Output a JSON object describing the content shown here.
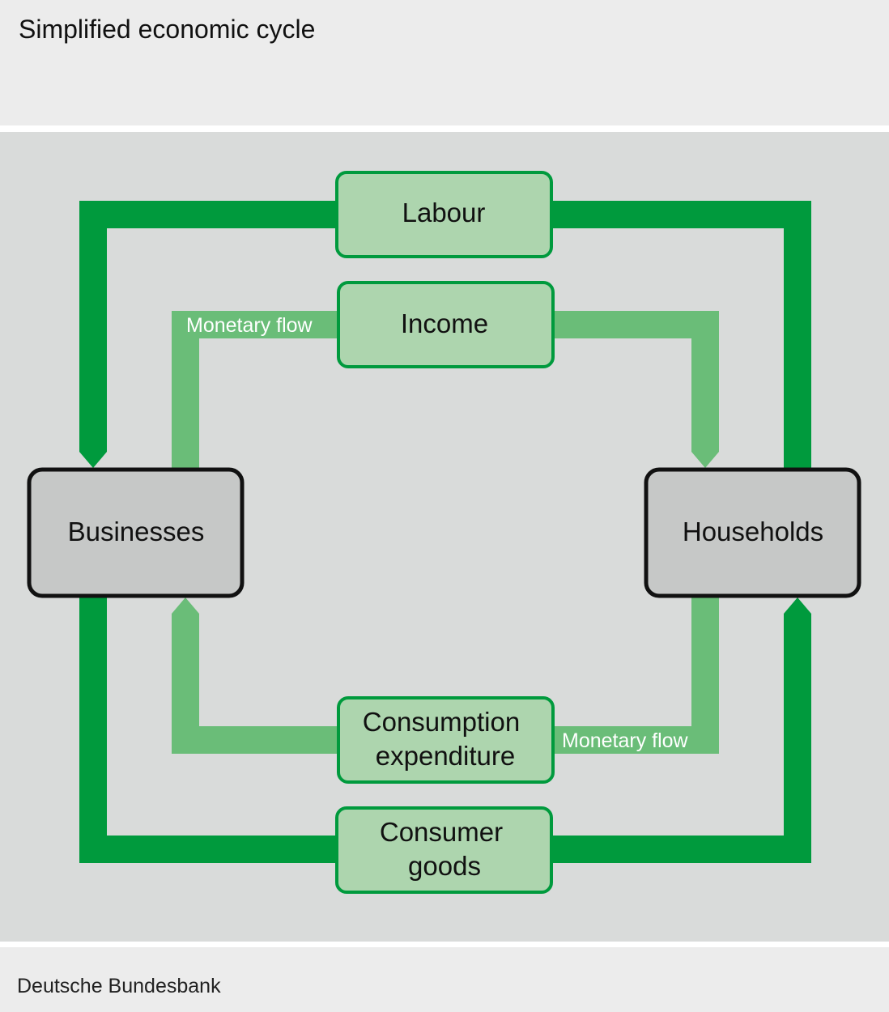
{
  "title": "Simplified economic cycle",
  "source": "Deutsche Bundesbank",
  "colors": {
    "real_flow": "#009a3d",
    "monetary_flow": "#6abd78",
    "flow_box": "#add5ae",
    "actor_box": "#c6c8c7",
    "background": "#d9dbda"
  },
  "actors": {
    "left": "Businesses",
    "right": "Households"
  },
  "flows": {
    "labour": "Labour",
    "income": "Income",
    "consumption_line1": "Consumption",
    "consumption_line2": "expenditure",
    "goods_line1": "Consumer",
    "goods_line2": "goods"
  },
  "monetary_label": "Monetary flow"
}
